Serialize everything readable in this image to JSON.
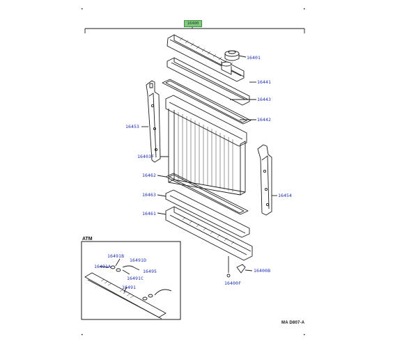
{
  "assembly_badge": "16400",
  "inset": {
    "title": "ATM"
  },
  "drawing_code": "MA D807-A",
  "corner_mark": "•",
  "callouts": [
    {
      "id": "16401",
      "label": "16401"
    },
    {
      "id": "16441",
      "label": "16441"
    },
    {
      "id": "16443",
      "label": "16443"
    },
    {
      "id": "16442",
      "label": "16442"
    },
    {
      "id": "16453",
      "label": "16453"
    },
    {
      "id": "16403F",
      "label": "16403F"
    },
    {
      "id": "16454",
      "label": "16454"
    },
    {
      "id": "16462",
      "label": "16462"
    },
    {
      "id": "16463",
      "label": "16463"
    },
    {
      "id": "16461",
      "label": "16461"
    },
    {
      "id": "16400B",
      "label": "16400B"
    },
    {
      "id": "16400F",
      "label": "16400F"
    },
    {
      "id": "16491B",
      "label": "16491B"
    },
    {
      "id": "16491D",
      "label": "16491D"
    },
    {
      "id": "16491A",
      "label": "16491A"
    },
    {
      "id": "16495",
      "label": "16495"
    },
    {
      "id": "16491C",
      "label": "16491C"
    },
    {
      "id": "16491",
      "label": "16491"
    }
  ],
  "colors": {
    "ink": "#1a1a1a",
    "callout_text": "#1f2fb8",
    "badge_fill": "#7fc97f"
  }
}
